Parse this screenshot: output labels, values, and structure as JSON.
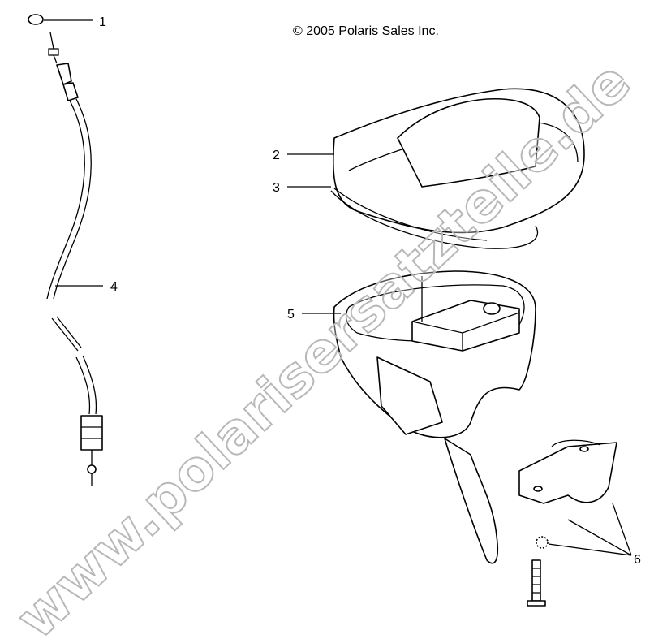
{
  "copyright": "© 2005 Polaris Sales Inc.",
  "callouts": {
    "c1": "1",
    "c2": "2",
    "c3": "3",
    "c4": "4",
    "c5": "5",
    "c6": "6"
  },
  "watermark": "www.polarisersatzteile.de",
  "colors": {
    "line": "#000000",
    "watermark": "#b8b8b8"
  }
}
